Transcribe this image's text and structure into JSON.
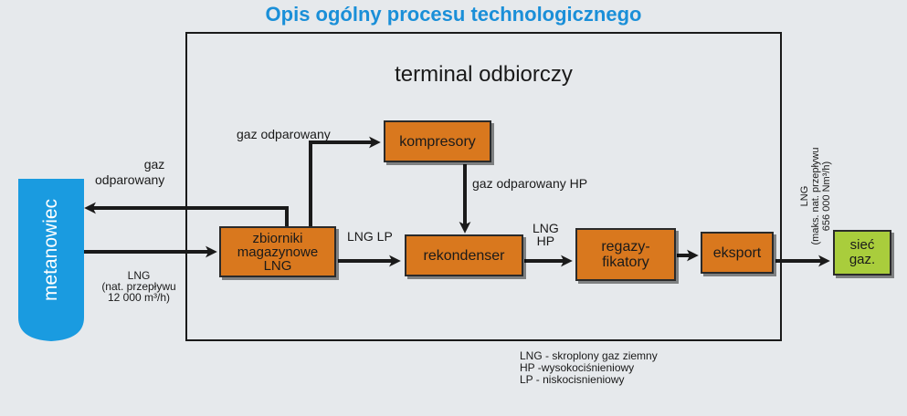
{
  "title": "Opis ogólny procesu technologicznego",
  "terminal_label": "terminal odbiorczy",
  "nodes": {
    "metanowiec": "metanowiec",
    "zbiorniki": "zbiorniki magazynowe LNG",
    "kompresory": "kompresory",
    "rekondenser": "rekondenser",
    "regazyfikatory": "regazy-\nfikatory",
    "eksport": "eksport",
    "siec": "sieć gaz."
  },
  "labels": {
    "gaz_odparowany_return": "gaz\nodparowany",
    "gaz_odparowany_top": "gaz odparowany",
    "gaz_odparowany_hp": "gaz odparowany HP",
    "lng_lp": "LNG LP",
    "lng_hp": "LNG\nHP",
    "lng_inflow": "LNG\n(nat. przepływu\n12 000 m³/h)",
    "lng_outflow": "LNG\n(maks. nat. przepływu\n656 000 Nm³/h)"
  },
  "legend": [
    "LNG - skroplony gaz ziemny",
    "HP -wysokociśnieniowy",
    "LP - niskocisnieniowy"
  ],
  "colors": {
    "title": "#1a8fd8",
    "process_box": "#d9781e",
    "network_box": "#a9cd3c",
    "vessel": "#1a9be0",
    "background": "#e6e9ec"
  }
}
